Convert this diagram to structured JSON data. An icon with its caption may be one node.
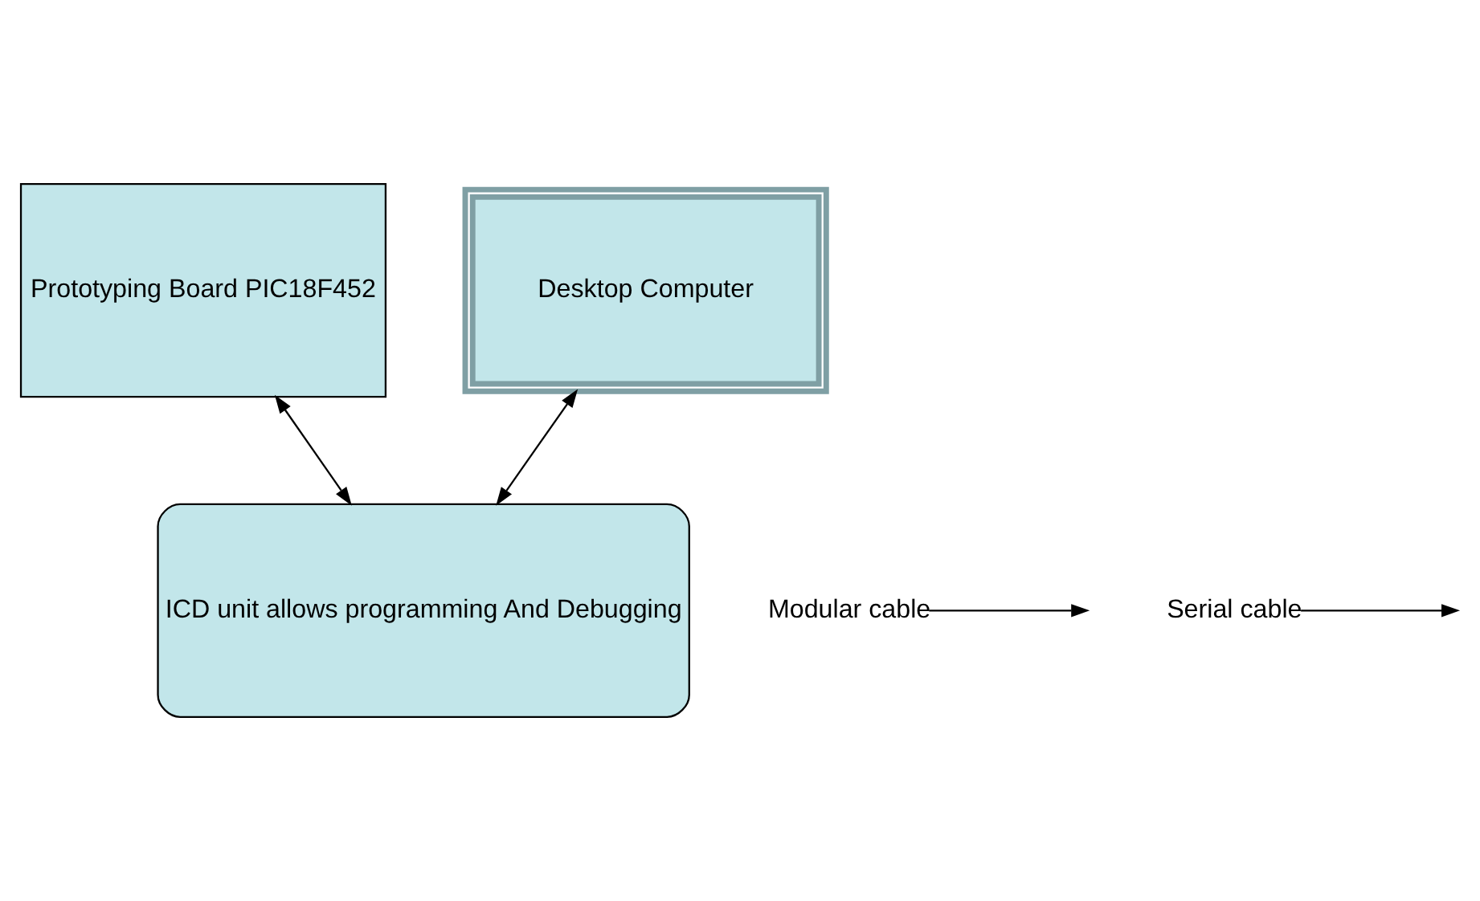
{
  "diagram": {
    "nodes": [
      {
        "text": [
          "Prototyping Board PIC18F452"
        ]
      },
      {
        "text": [
          "Desktop Computer"
        ]
      },
      {
        "text": [
          "ICD unit allows programming And Debugging"
        ]
      },
      {
        "text": [
          "Modular cable"
        ]
      },
      {
        "text": [
          "Serial cable"
        ]
      }
    ],
    "edges": [
      {
        "from": 2,
        "to": 0,
        "arrow": "both"
      },
      {
        "from": 2,
        "to": 1,
        "arrow": "both"
      },
      {
        "from": 3,
        "to": null,
        "arrow": "to"
      },
      {
        "from": 4,
        "to": null,
        "arrow": "to"
      }
    ]
  }
}
